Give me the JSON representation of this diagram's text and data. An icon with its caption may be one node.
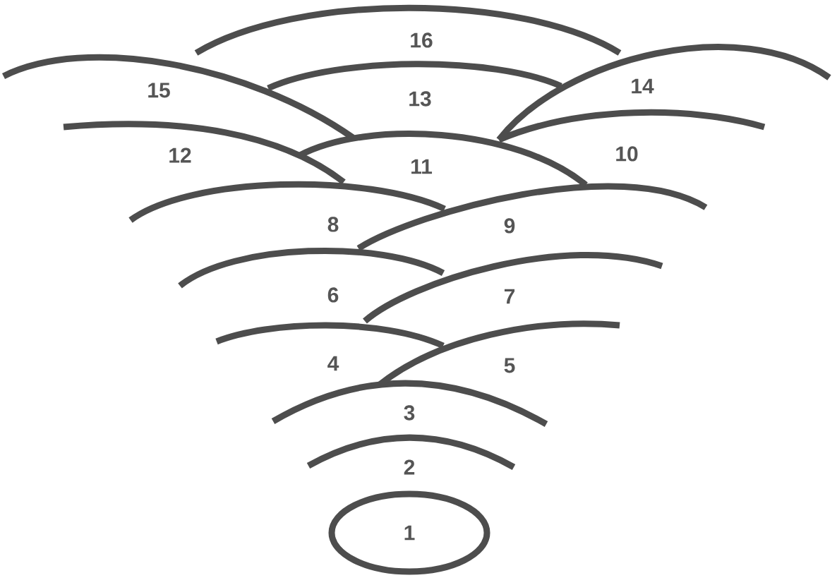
{
  "diagram": {
    "nodes": [
      {
        "text": [
          "1"
        ]
      }
    ],
    "labels": [
      "16",
      "15",
      "13",
      "14",
      "12",
      "11",
      "10",
      "8",
      "9",
      "6",
      "7",
      "4",
      "5",
      "3",
      "2"
    ]
  }
}
